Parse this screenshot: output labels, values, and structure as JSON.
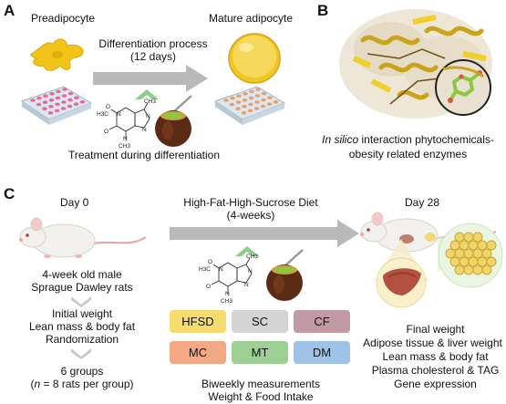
{
  "panel_a": {
    "letter": "A",
    "preadipocyte": "Preadipocyte",
    "mature": "Mature adipocyte",
    "process_line1": "Differentiation process",
    "process_line2": "(12 days)",
    "treatment": "Treatment during differentiation"
  },
  "panel_b": {
    "letter": "B",
    "caption_italic": "In silico",
    "caption_rest": " interaction phytochemicals-",
    "caption_line2": "obesity related enzymes"
  },
  "panel_c": {
    "letter": "C",
    "day0": "Day 0",
    "rats_line1": "4-week old male",
    "rats_line2": "Sprague Dawley rats",
    "steps": [
      "Initial weight",
      "Lean mass & body fat",
      "Randomization"
    ],
    "groups_line1": "6 groups",
    "groups_line2_pre": "(",
    "groups_line2_n": "n",
    "groups_line2_post": " = 8 rats per group)",
    "diet_line1": "High-Fat-High-Sucrose Diet",
    "diet_line2": "(4-weeks)",
    "day28": "Day 28",
    "groups": [
      {
        "label": "HFSD",
        "color": "#f6dc6e"
      },
      {
        "label": "SC",
        "color": "#d4d4d4"
      },
      {
        "label": "CF",
        "color": "#c29aa6"
      },
      {
        "label": "MC",
        "color": "#f3a984"
      },
      {
        "label": "MT",
        "color": "#9ed095"
      },
      {
        "label": "DM",
        "color": "#9fc3e6"
      }
    ],
    "biweekly_line1": "Biweekly measurements",
    "biweekly_line2": "Weight & Food Intake",
    "outcomes": [
      "Final weight",
      "Adipose tissue & liver weight",
      "Lean mass & body fat",
      "Plasma cholesterol & TAG",
      "Gene expression"
    ]
  },
  "molecule": {
    "atoms": [
      "O",
      "N",
      "N",
      "N",
      "N",
      "O",
      "CH3",
      "CH3",
      "H3C"
    ]
  }
}
